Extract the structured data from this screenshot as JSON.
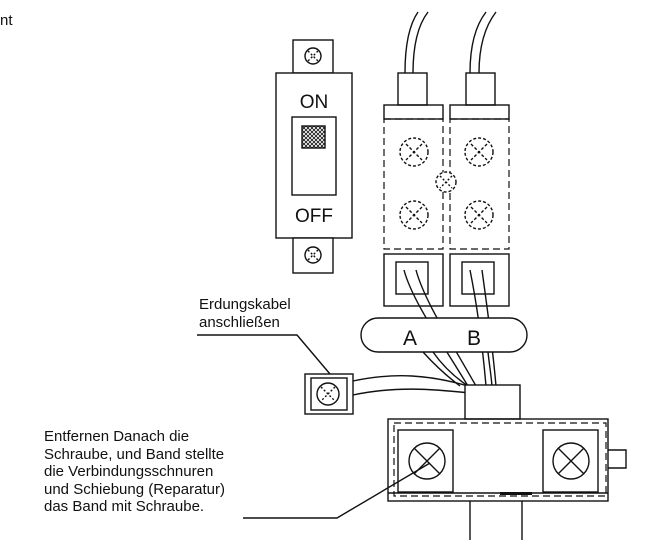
{
  "corner_text": "nt",
  "breaker": {
    "on_label": "ON",
    "off_label": "OFF"
  },
  "terminals": {
    "a_label": "A",
    "b_label": "B"
  },
  "ground_label": {
    "line1": "Erdungskabel",
    "line2": "anschließen"
  },
  "instruction": {
    "lines": [
      "Entfernen Danach die",
      "Schraube, und Band stellte",
      "die Verbindungsschnuren",
      "und Schiebung (Reparatur)",
      "das Band mit Schraube."
    ]
  }
}
